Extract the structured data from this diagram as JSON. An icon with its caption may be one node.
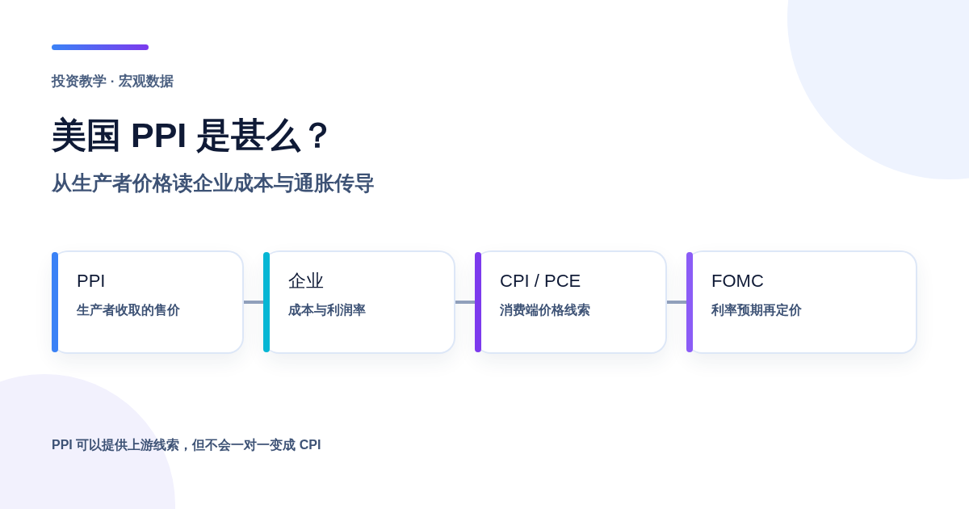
{
  "diagram": {
    "title": "美国 PPI 是甚么？",
    "nodes": [
      {
        "text": [
          "PPI",
          "生产者收取的售价"
        ]
      },
      {
        "text": [
          "企业",
          "成本与利润率"
        ]
      },
      {
        "text": [
          "CPI / PCE",
          "消费端价格线索"
        ]
      },
      {
        "text": [
          "FOMC",
          "利率预期再定价"
        ]
      }
    ],
    "edges": [
      {
        "from": 0,
        "to": 1,
        "arrow": "none"
      },
      {
        "from": 1,
        "to": 2,
        "arrow": "none"
      },
      {
        "from": 2,
        "to": 3,
        "arrow": "none"
      }
    ],
    "labels": [
      "投资教学 · 宏观数据",
      "从生产者价格读企业成本与通胀传导",
      "PPI 可以提供上游线索，但不会一对一变成 CPI"
    ]
  }
}
